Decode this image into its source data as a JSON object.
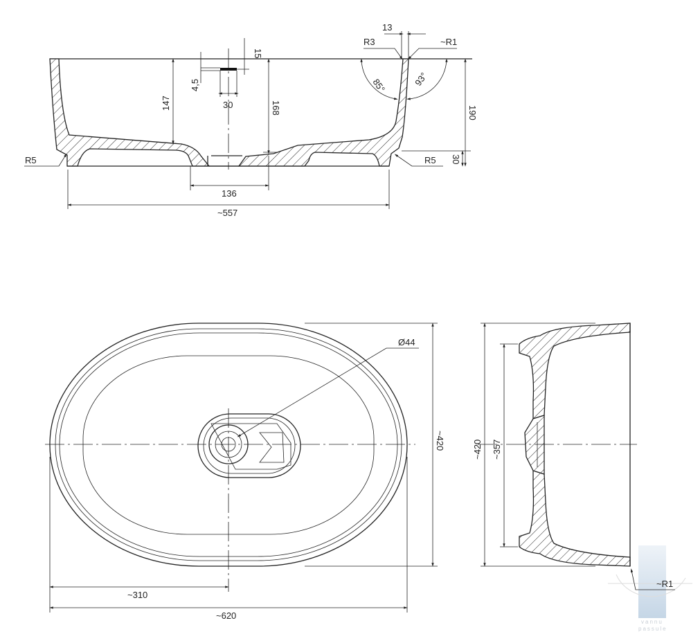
{
  "section_view": {
    "labels": {
      "wall_thickness": "13",
      "radius_outer": "R3",
      "radius_inner": "~R1",
      "overflow_offset": "15",
      "overflow_height": "4,5",
      "overflow_width": "30",
      "depth_147": "147",
      "depth_168": "168",
      "angle_left": "85°",
      "angle_right": "93°",
      "height_total": "190",
      "radius_foot_left": "R5",
      "radius_foot_right": "R5",
      "foot_height": "30",
      "base_inner_width": "136",
      "base_width": "~557"
    }
  },
  "plan_view": {
    "labels": {
      "drain_diameter": "Ø44",
      "depth": "~420",
      "half_length": "~310",
      "length": "~620"
    }
  },
  "side_view": {
    "labels": {
      "outer_depth": "~420",
      "inner_depth": "~357",
      "rim_radius": "~R1"
    }
  },
  "watermark": {
    "text": "vannu passule",
    "color": "#c5d6e6"
  }
}
